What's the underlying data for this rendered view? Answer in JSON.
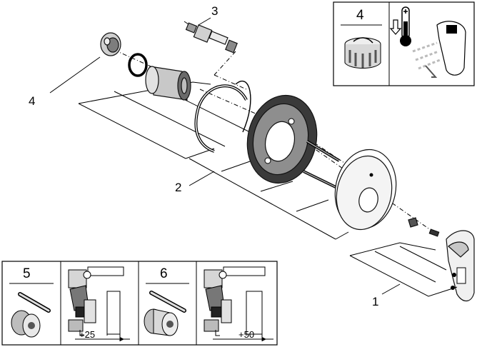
{
  "diagram": {
    "callouts": {
      "part_1": "1",
      "part_2": "2",
      "part_3": "3",
      "part_4": "4"
    },
    "detail_panel_top": {
      "number": "4"
    },
    "detail_panel_bottom_left": {
      "number": "5",
      "dimension": "+25"
    },
    "detail_panel_bottom_right": {
      "number": "6",
      "dimension": "+50"
    }
  },
  "colors": {
    "line": "#000000",
    "background": "#ffffff",
    "shade": "#9a9a9a"
  }
}
